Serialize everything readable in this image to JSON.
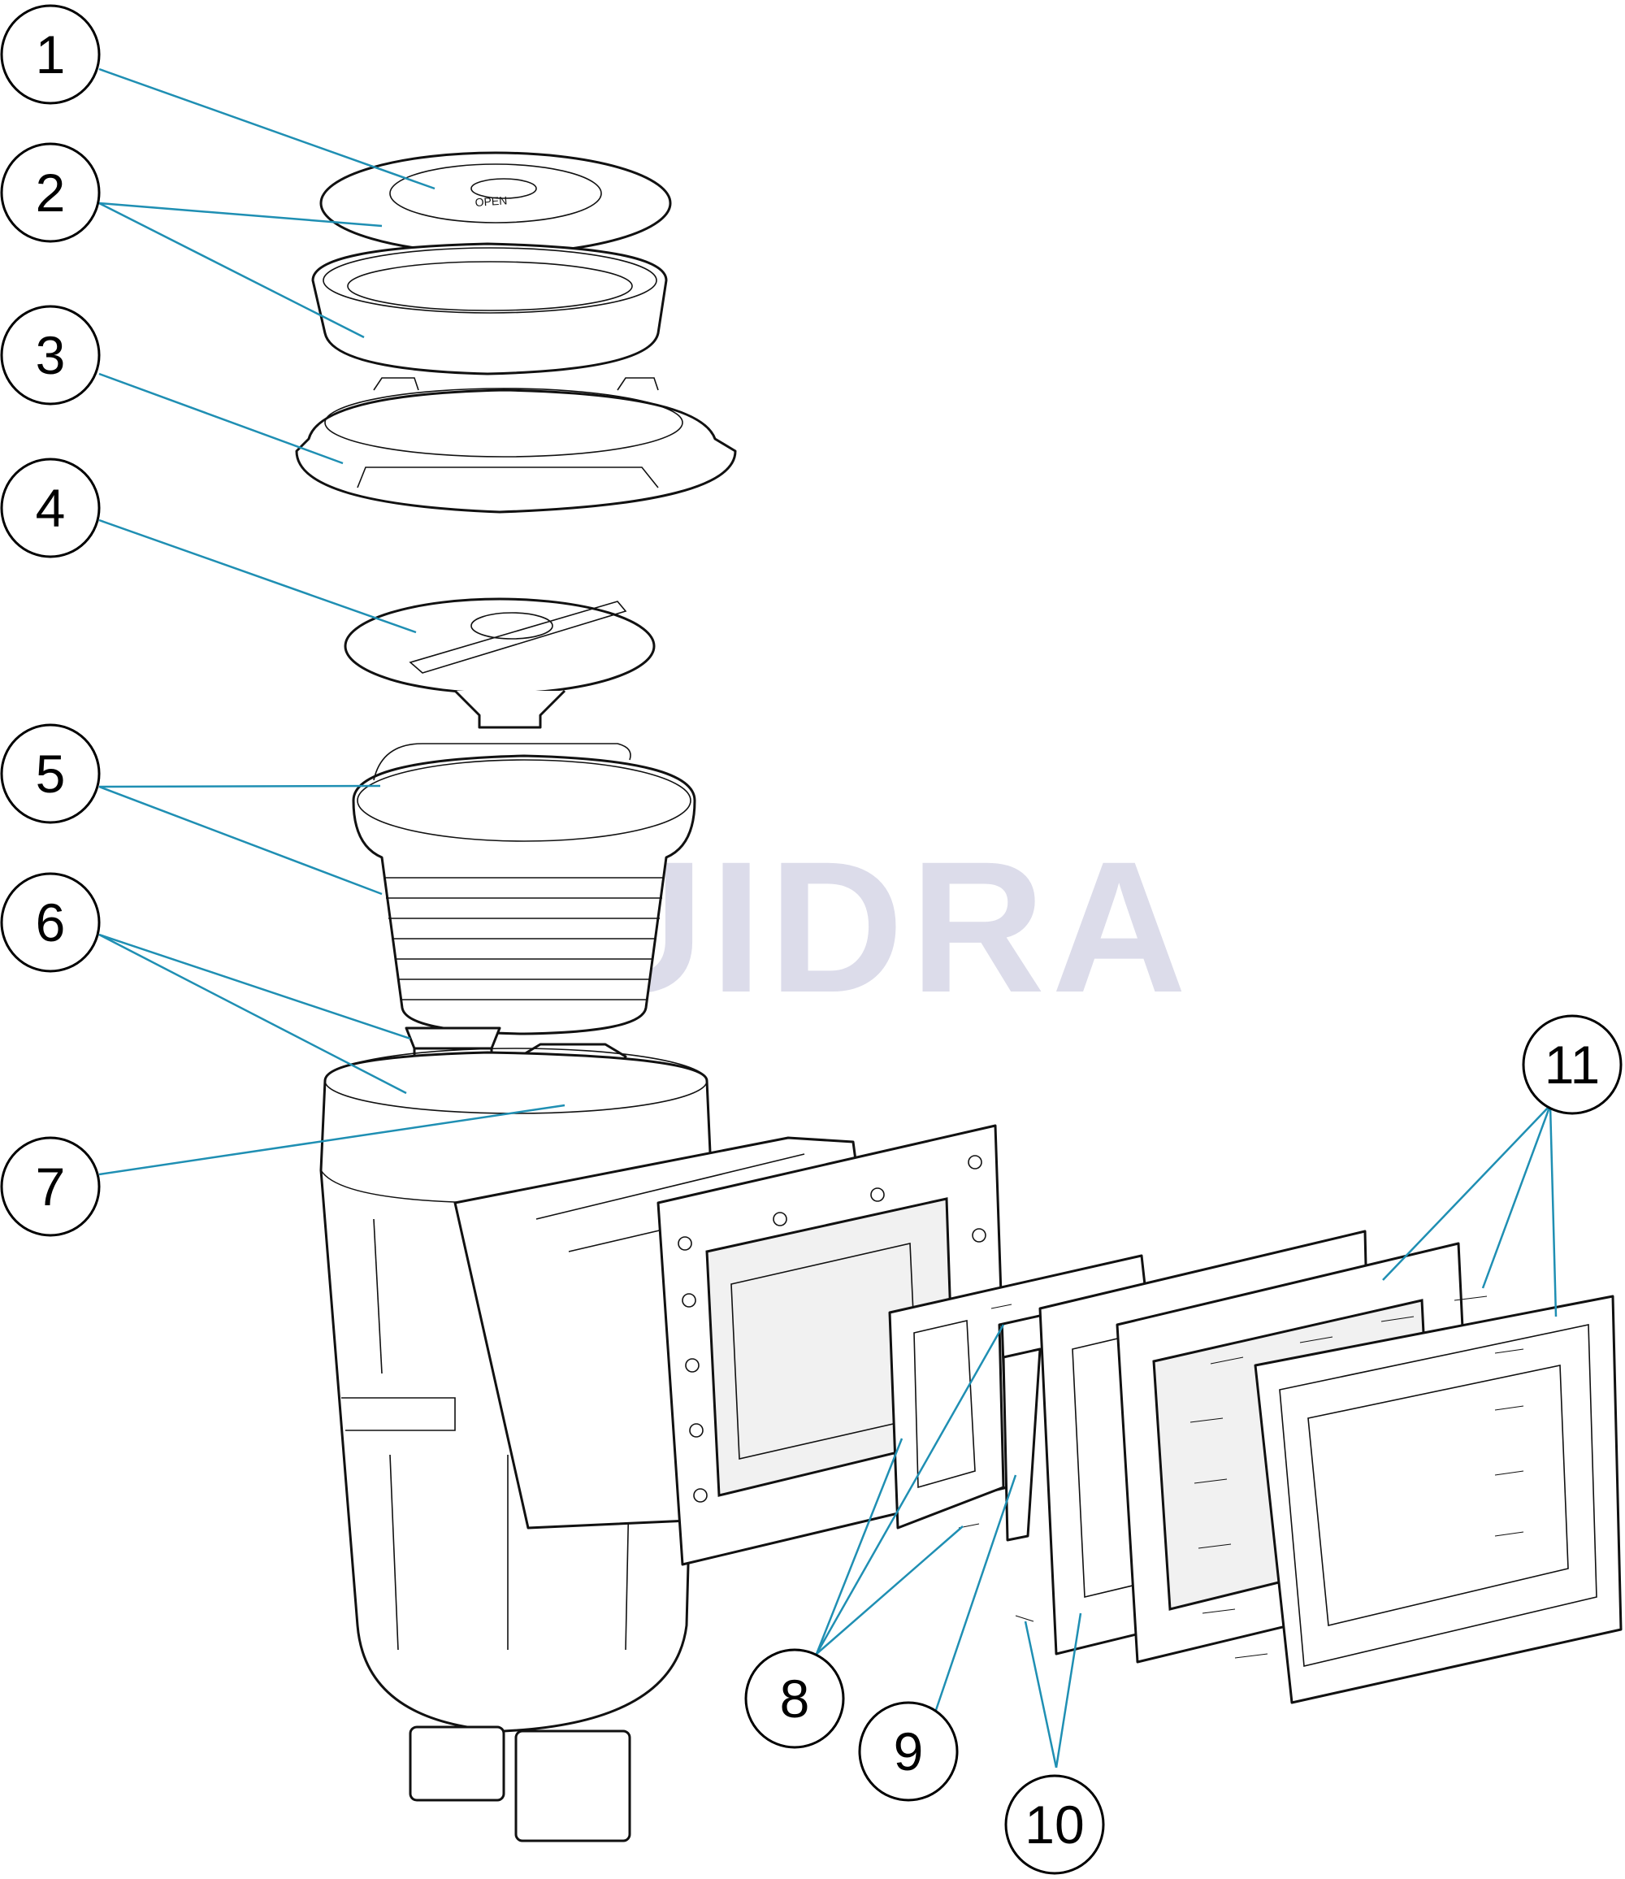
{
  "watermark": {
    "text": "UIDRA"
  },
  "lid_text": {
    "text": "OPEN"
  },
  "colors": {
    "leader": "#1f8fb3",
    "watermark": "#dcdcea",
    "outline": "#111111"
  },
  "callouts": [
    {
      "label": "1"
    },
    {
      "label": "2"
    },
    {
      "label": "3"
    },
    {
      "label": "4"
    },
    {
      "label": "5"
    },
    {
      "label": "6"
    },
    {
      "label": "7"
    },
    {
      "label": "8"
    },
    {
      "label": "9"
    },
    {
      "label": "10"
    },
    {
      "label": "11"
    }
  ]
}
